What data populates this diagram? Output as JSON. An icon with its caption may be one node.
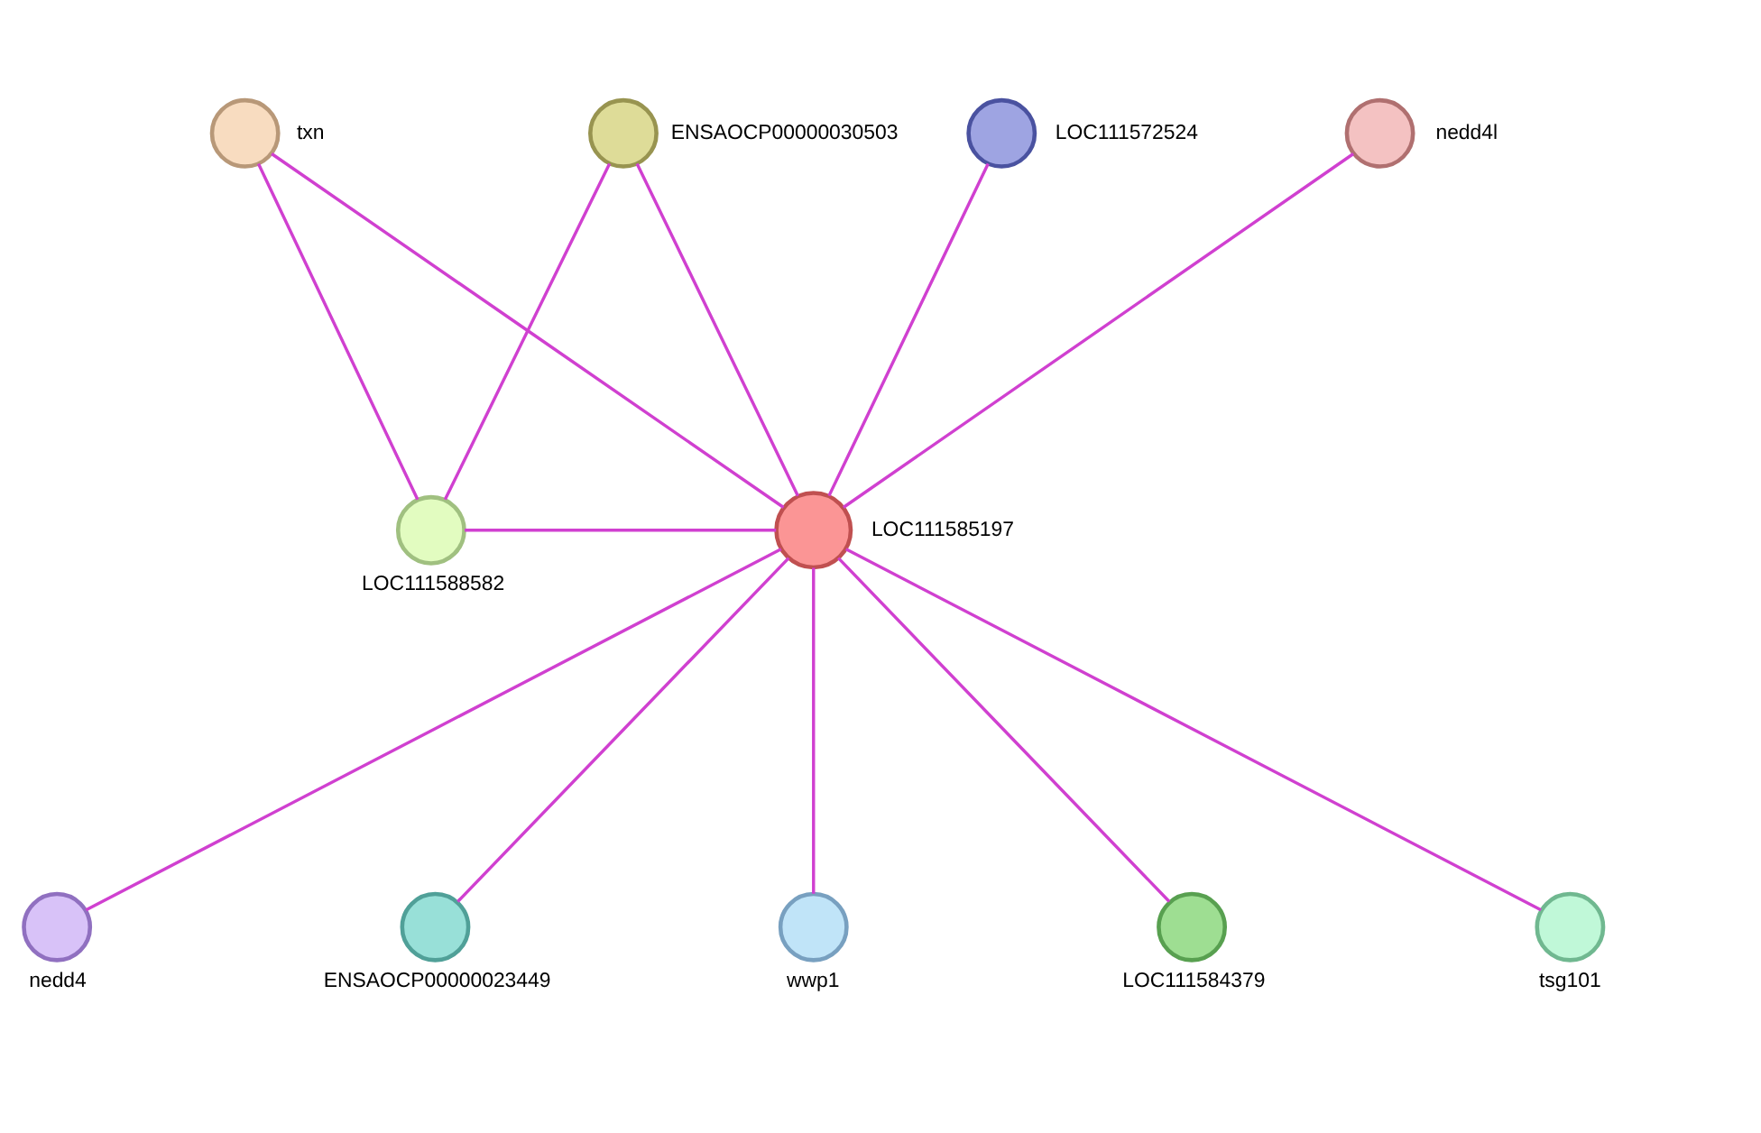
{
  "diagram": {
    "nodes": [
      {
        "text": [],
        "shape": "circle",
        "beside": [
          "nedd4l"
        ]
      },
      {
        "text": [],
        "shape": "circle",
        "beside": [
          "LOC111588582"
        ]
      },
      {
        "text": [],
        "shape": "circle",
        "beside": [
          "txn"
        ]
      },
      {
        "text": [],
        "shape": "circle",
        "beside": [
          "ENSAOCP00000030503"
        ]
      },
      {
        "text": [],
        "shape": "circle",
        "beside": [
          "LOC111572524"
        ]
      },
      {
        "text": [],
        "shape": "circle",
        "beside": [
          "LOC111585197"
        ]
      },
      {
        "text": [],
        "shape": "circle",
        "beside": [
          "tsg101"
        ]
      },
      {
        "text": [],
        "shape": "circle",
        "beside": [
          "nedd4"
        ]
      },
      {
        "text": [],
        "shape": "circle",
        "beside": [
          "LOC111584379"
        ]
      },
      {
        "text": [],
        "shape": "circle",
        "beside": [
          "ENSAOCP00000023449"
        ]
      },
      {
        "text": [],
        "shape": "circle",
        "beside": [
          "wwp1"
        ]
      }
    ],
    "edges": [
      {
        "from": 5,
        "to": 0,
        "arrow": "none"
      },
      {
        "from": 5,
        "to": 1,
        "arrow": "none"
      },
      {
        "from": 5,
        "to": 2,
        "arrow": "none"
      },
      {
        "from": 5,
        "to": 3,
        "arrow": "none"
      },
      {
        "from": 5,
        "to": 4,
        "arrow": "none"
      },
      {
        "from": 5,
        "to": 6,
        "arrow": "none"
      },
      {
        "from": 5,
        "to": 7,
        "arrow": "none"
      },
      {
        "from": 5,
        "to": 8,
        "arrow": "none"
      },
      {
        "from": 5,
        "to": 9,
        "arrow": "none"
      },
      {
        "from": 5,
        "to": 10,
        "arrow": "none"
      },
      {
        "from": 2,
        "to": 1,
        "arrow": "none"
      },
      {
        "from": 1,
        "to": 3,
        "arrow": "none"
      }
    ]
  }
}
